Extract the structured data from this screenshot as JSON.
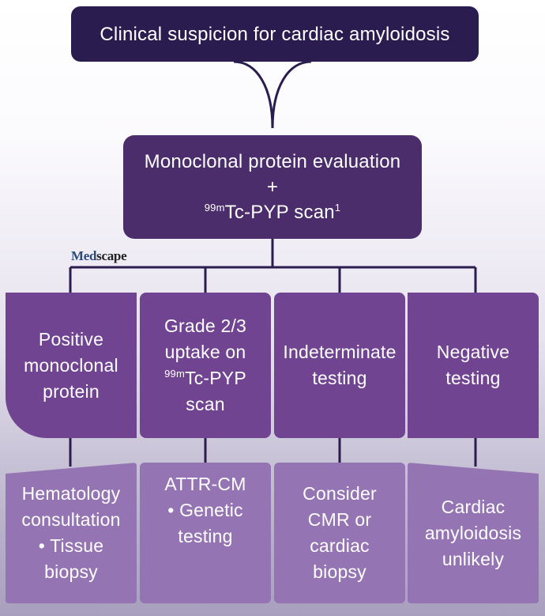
{
  "top": {
    "label": "Clinical suspicion for cardiac amyloidosis"
  },
  "middle": {
    "line1": "Monoclonal protein evaluation",
    "line2": "+",
    "sup": "99m",
    "line3": "Tc-PYP scan",
    "footnote": "1"
  },
  "logo": {
    "part1": "Med",
    "part2": "scape"
  },
  "columns": [
    {
      "lines": [
        "Positive",
        "monoclonal",
        "protein"
      ]
    },
    {
      "line1": "Grade 2/3",
      "line2": "uptake on",
      "sup": "99m",
      "line3": "Tc-PYP",
      "line4": "scan"
    },
    {
      "lines": [
        "Indeterminate",
        "testing"
      ]
    },
    {
      "lines": [
        "Negative",
        "testing"
      ]
    }
  ],
  "results": [
    {
      "lines": [
        "Hematology",
        "consultation",
        "• Tissue",
        "biopsy"
      ]
    },
    {
      "lines": [
        "ATTR-CM",
        "• Genetic",
        "testing"
      ]
    },
    {
      "lines": [
        "Consider",
        "CMR or",
        "cardiac",
        "biopsy"
      ]
    },
    {
      "lines": [
        "Cardiac",
        "amyloidosis",
        "unlikely"
      ]
    }
  ],
  "colors": {
    "top_box": "#2b1c4f",
    "middle_box": "#4a2d6a",
    "column_box": "#704491",
    "result_box": "#9474b2",
    "connector": "#2b1c4f"
  }
}
